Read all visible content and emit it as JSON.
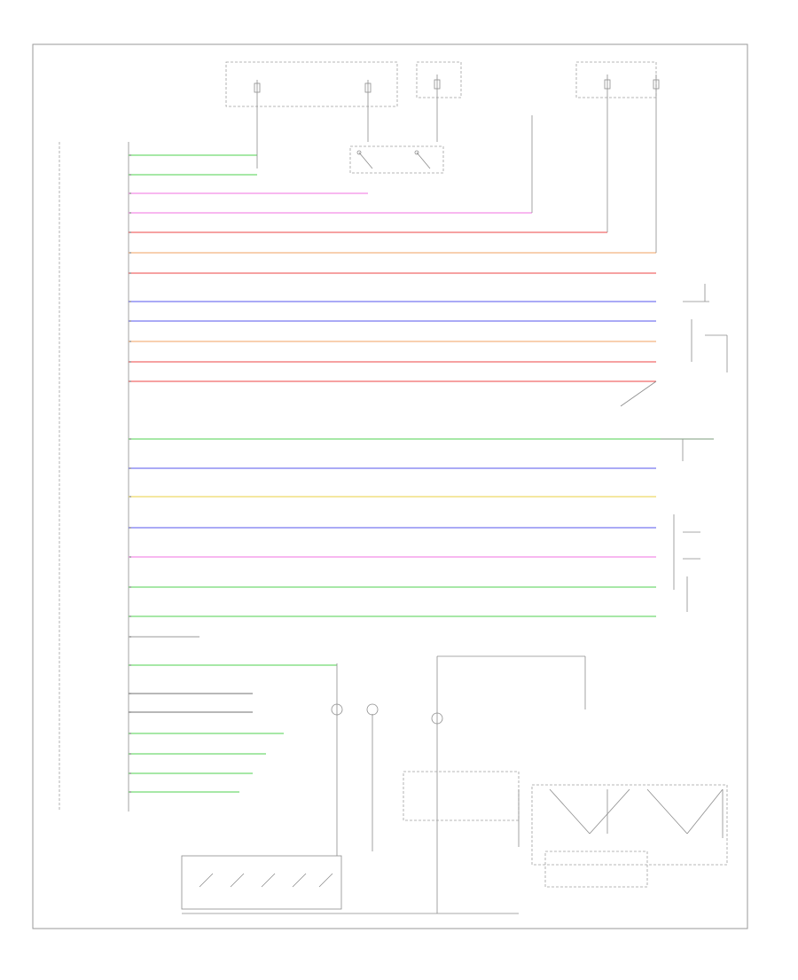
{
  "diagram": {
    "code": "",
    "bottom_bus_label": "",
    "ecm_label": [],
    "wire_colors": {
      "green": "#4fd24f",
      "pink": "#f070e0",
      "red": "#ee4444",
      "orange": "#f0a060",
      "blue": "#5555ee",
      "yellow": "#e8d040",
      "grey": "#999999",
      "black": "#707070"
    },
    "left_wires": [
      {
        "label": "",
        "color": "green"
      },
      {
        "label": "",
        "color": "green"
      },
      {
        "label": "",
        "color": "pink"
      },
      {
        "label": "",
        "color": "pink"
      },
      {
        "label": "",
        "color": "red"
      },
      {
        "label": "",
        "color": "orange"
      },
      {
        "label": "",
        "color": "red"
      },
      {
        "label": "",
        "color": "blue"
      },
      {
        "label": "",
        "color": "blue"
      },
      {
        "label": "",
        "color": "orange"
      },
      {
        "label": "",
        "color": "red"
      },
      {
        "label": "",
        "color": "red"
      },
      {
        "label": "",
        "color": "green"
      },
      {
        "label": "",
        "color": "blue"
      },
      {
        "label": "",
        "color": "yellow"
      },
      {
        "label": "",
        "color": "blue"
      },
      {
        "label": "",
        "color": "pink"
      },
      {
        "label": "",
        "color": "green"
      },
      {
        "label": "",
        "color": "green"
      },
      {
        "label": "",
        "color": "grey"
      },
      {
        "label": "",
        "color": "green"
      },
      {
        "label": "",
        "color": "black"
      },
      {
        "label": "",
        "color": "black"
      },
      {
        "label": "",
        "color": "green"
      },
      {
        "label": "",
        "color": "green"
      },
      {
        "label": "",
        "color": "green"
      },
      {
        "label": "",
        "color": "green"
      }
    ]
  }
}
